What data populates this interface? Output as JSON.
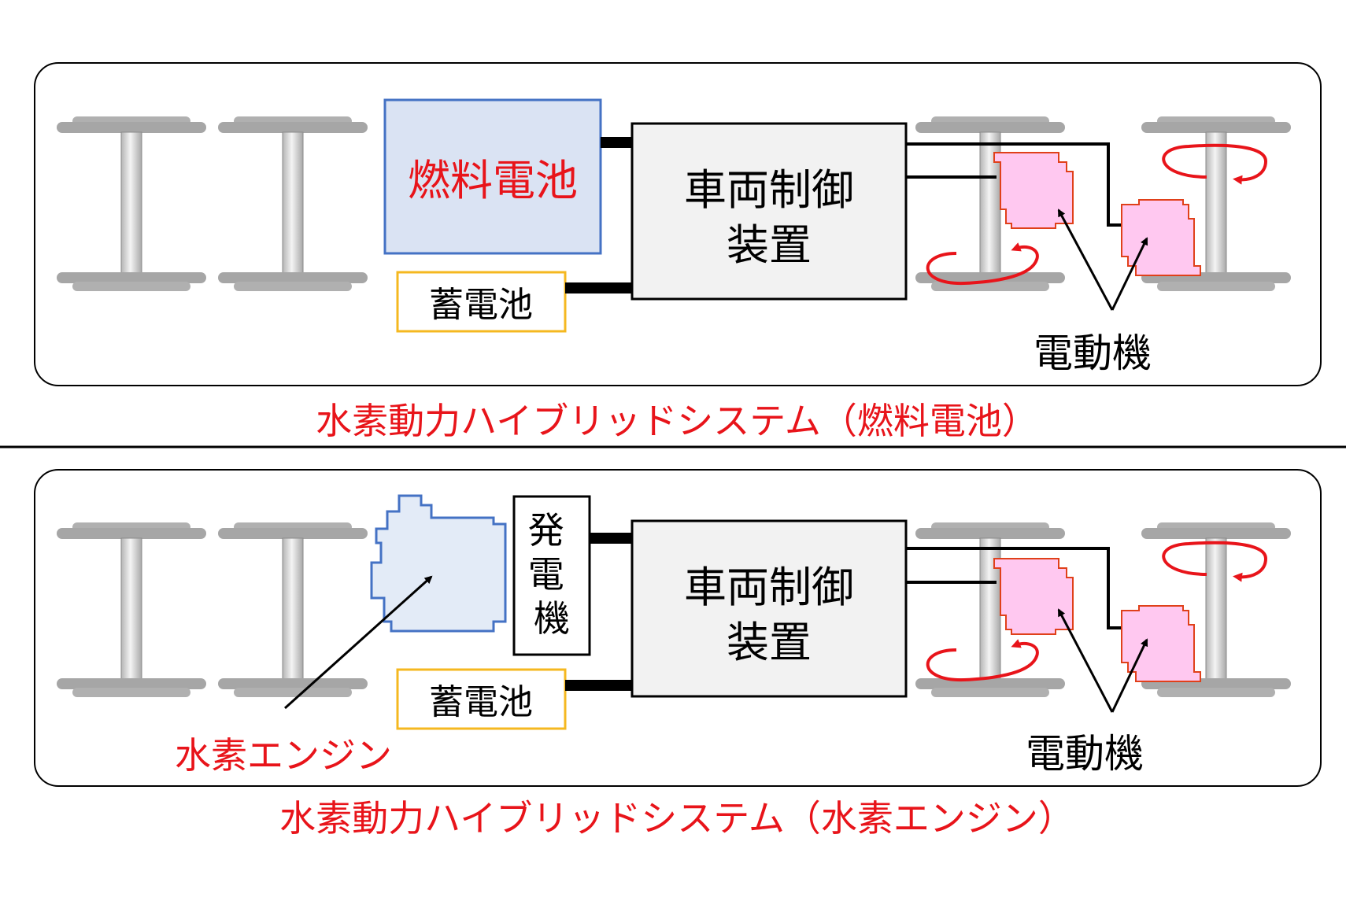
{
  "colors": {
    "accent_red": "#e8141a",
    "fuel_cell_fill": "#dae3f3",
    "fuel_cell_stroke": "#4472c4",
    "battery_stroke": "#f5b820",
    "controller_fill": "#f2f2f2",
    "motor_fill": "#ffc8f0",
    "motor_stroke": "#e0401a",
    "axle_gray": "#a6a6a6",
    "engine_fill": "#e3ebf7"
  },
  "panel_fc": {
    "source_label": "燃料電池",
    "battery_label": "蓄電池",
    "controller_line1": "車両制御",
    "controller_line2": "装置",
    "motor_label": "電動機",
    "caption": "水素動力ハイブリッドシステム（燃料電池）"
  },
  "panel_h2": {
    "generator_label": "発電機",
    "battery_label": "蓄電池",
    "controller_line1": "車両制御",
    "controller_line2": "装置",
    "motor_label": "電動機",
    "engine_label": "水素エンジン",
    "caption": "水素動力ハイブリッドシステム（水素エンジン）"
  }
}
